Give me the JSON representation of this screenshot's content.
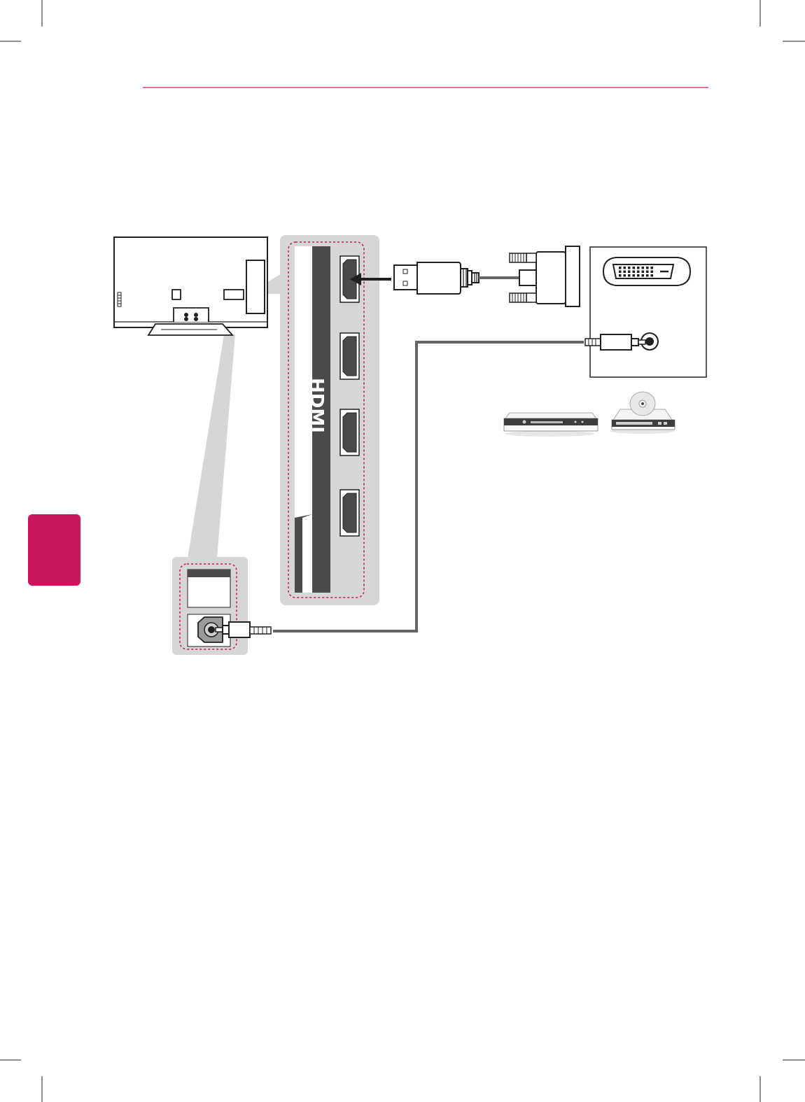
{
  "colors": {
    "accent": "#c8175d",
    "rule": "#d4457f",
    "panel_gray": "#d6d6d6",
    "port_strip": "#4a4a4a",
    "cable_gray": "#666666",
    "line": "#231f20"
  },
  "icons": {
    "tv": "tv-rear-icon",
    "hdmi_connector": "hdmi-connector-icon",
    "dvi_connector": "dvi-connector-icon",
    "dvi_port": "dvi-port-icon",
    "audio_jack": "audio-jack-icon",
    "audio_plug": "audio-plug-icon",
    "dvd_player": "dvd-player-icon",
    "disc_player": "disc-player-icon"
  },
  "panel": {
    "hdmi_logo": "HDMI"
  },
  "hdmi_ports": [
    {
      "id": "hdmi-port-1",
      "connected": true
    },
    {
      "id": "hdmi-port-2",
      "connected": false
    },
    {
      "id": "hdmi-port-3",
      "connected": false
    },
    {
      "id": "hdmi-port-4",
      "connected": false
    }
  ]
}
